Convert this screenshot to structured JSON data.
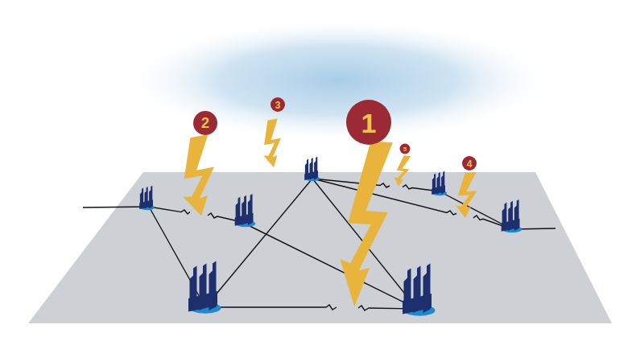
{
  "diagram": {
    "labels": [
      "2",
      "3",
      "1",
      "5",
      "4"
    ]
  }
}
